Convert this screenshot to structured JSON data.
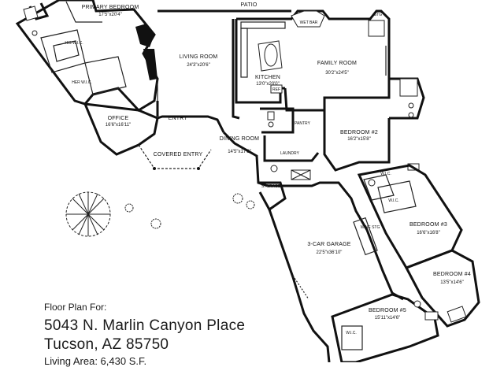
{
  "caption": {
    "title": "Floor Plan For:",
    "address_line1": "5043 N. Marlin Canyon Place",
    "address_line2": "Tucson, AZ  85750",
    "living_area": "Living Area: 6,430 S.F."
  },
  "rooms": {
    "patio": "PATIO",
    "primary_bedroom": "PRIMARY BEDROOM",
    "primary_bedroom_dim": "17'5\"x20'4\"",
    "his_wic": "HIS W.I.C.",
    "her_wic": "HER W.I.C.",
    "living_room": "LIVING ROOM",
    "living_room_dim": "24'3\"x20'6\"",
    "kitchen": "KITCHEN",
    "kitchen_dim": "13'0\"x20'0\"",
    "ref": "REF",
    "wet_bar": "WET BAR",
    "stg": "STG",
    "family_room": "FAMILY ROOM",
    "family_room_dim": "30'2\"x24'5\"",
    "office": "OFFICE",
    "office_dim": "16'6\"x16'11\"",
    "entry": "ENTRY",
    "covered_entry": "COVERED ENTRY",
    "dining_room": "DINING ROOM",
    "dining_room_dim": "14'5\"x17'8\"",
    "pantry": "PANTRY",
    "laundry": "LAUNDRY",
    "storage": "STORAGE",
    "bedroom2": "BEDROOM #2",
    "bedroom2_dim": "16'2\"x15'8\"",
    "wic_a": "W.I.C.",
    "wic_b": "W.I.C.",
    "wic_c": "W.I.C.",
    "wine_stg": "WINE STG",
    "bedroom3": "BEDROOM #3",
    "bedroom3_dim": "16'6\"x16'8\"",
    "garage": "3-CAR GARAGE",
    "garage_dim": "22'5\"x36'10\"",
    "bedroom4": "BEDROOM #4",
    "bedroom4_dim": "13'5\"x14'6\"",
    "bedroom5": "BEDROOM #5",
    "bedroom5_dim": "15'11\"x14'6\""
  }
}
